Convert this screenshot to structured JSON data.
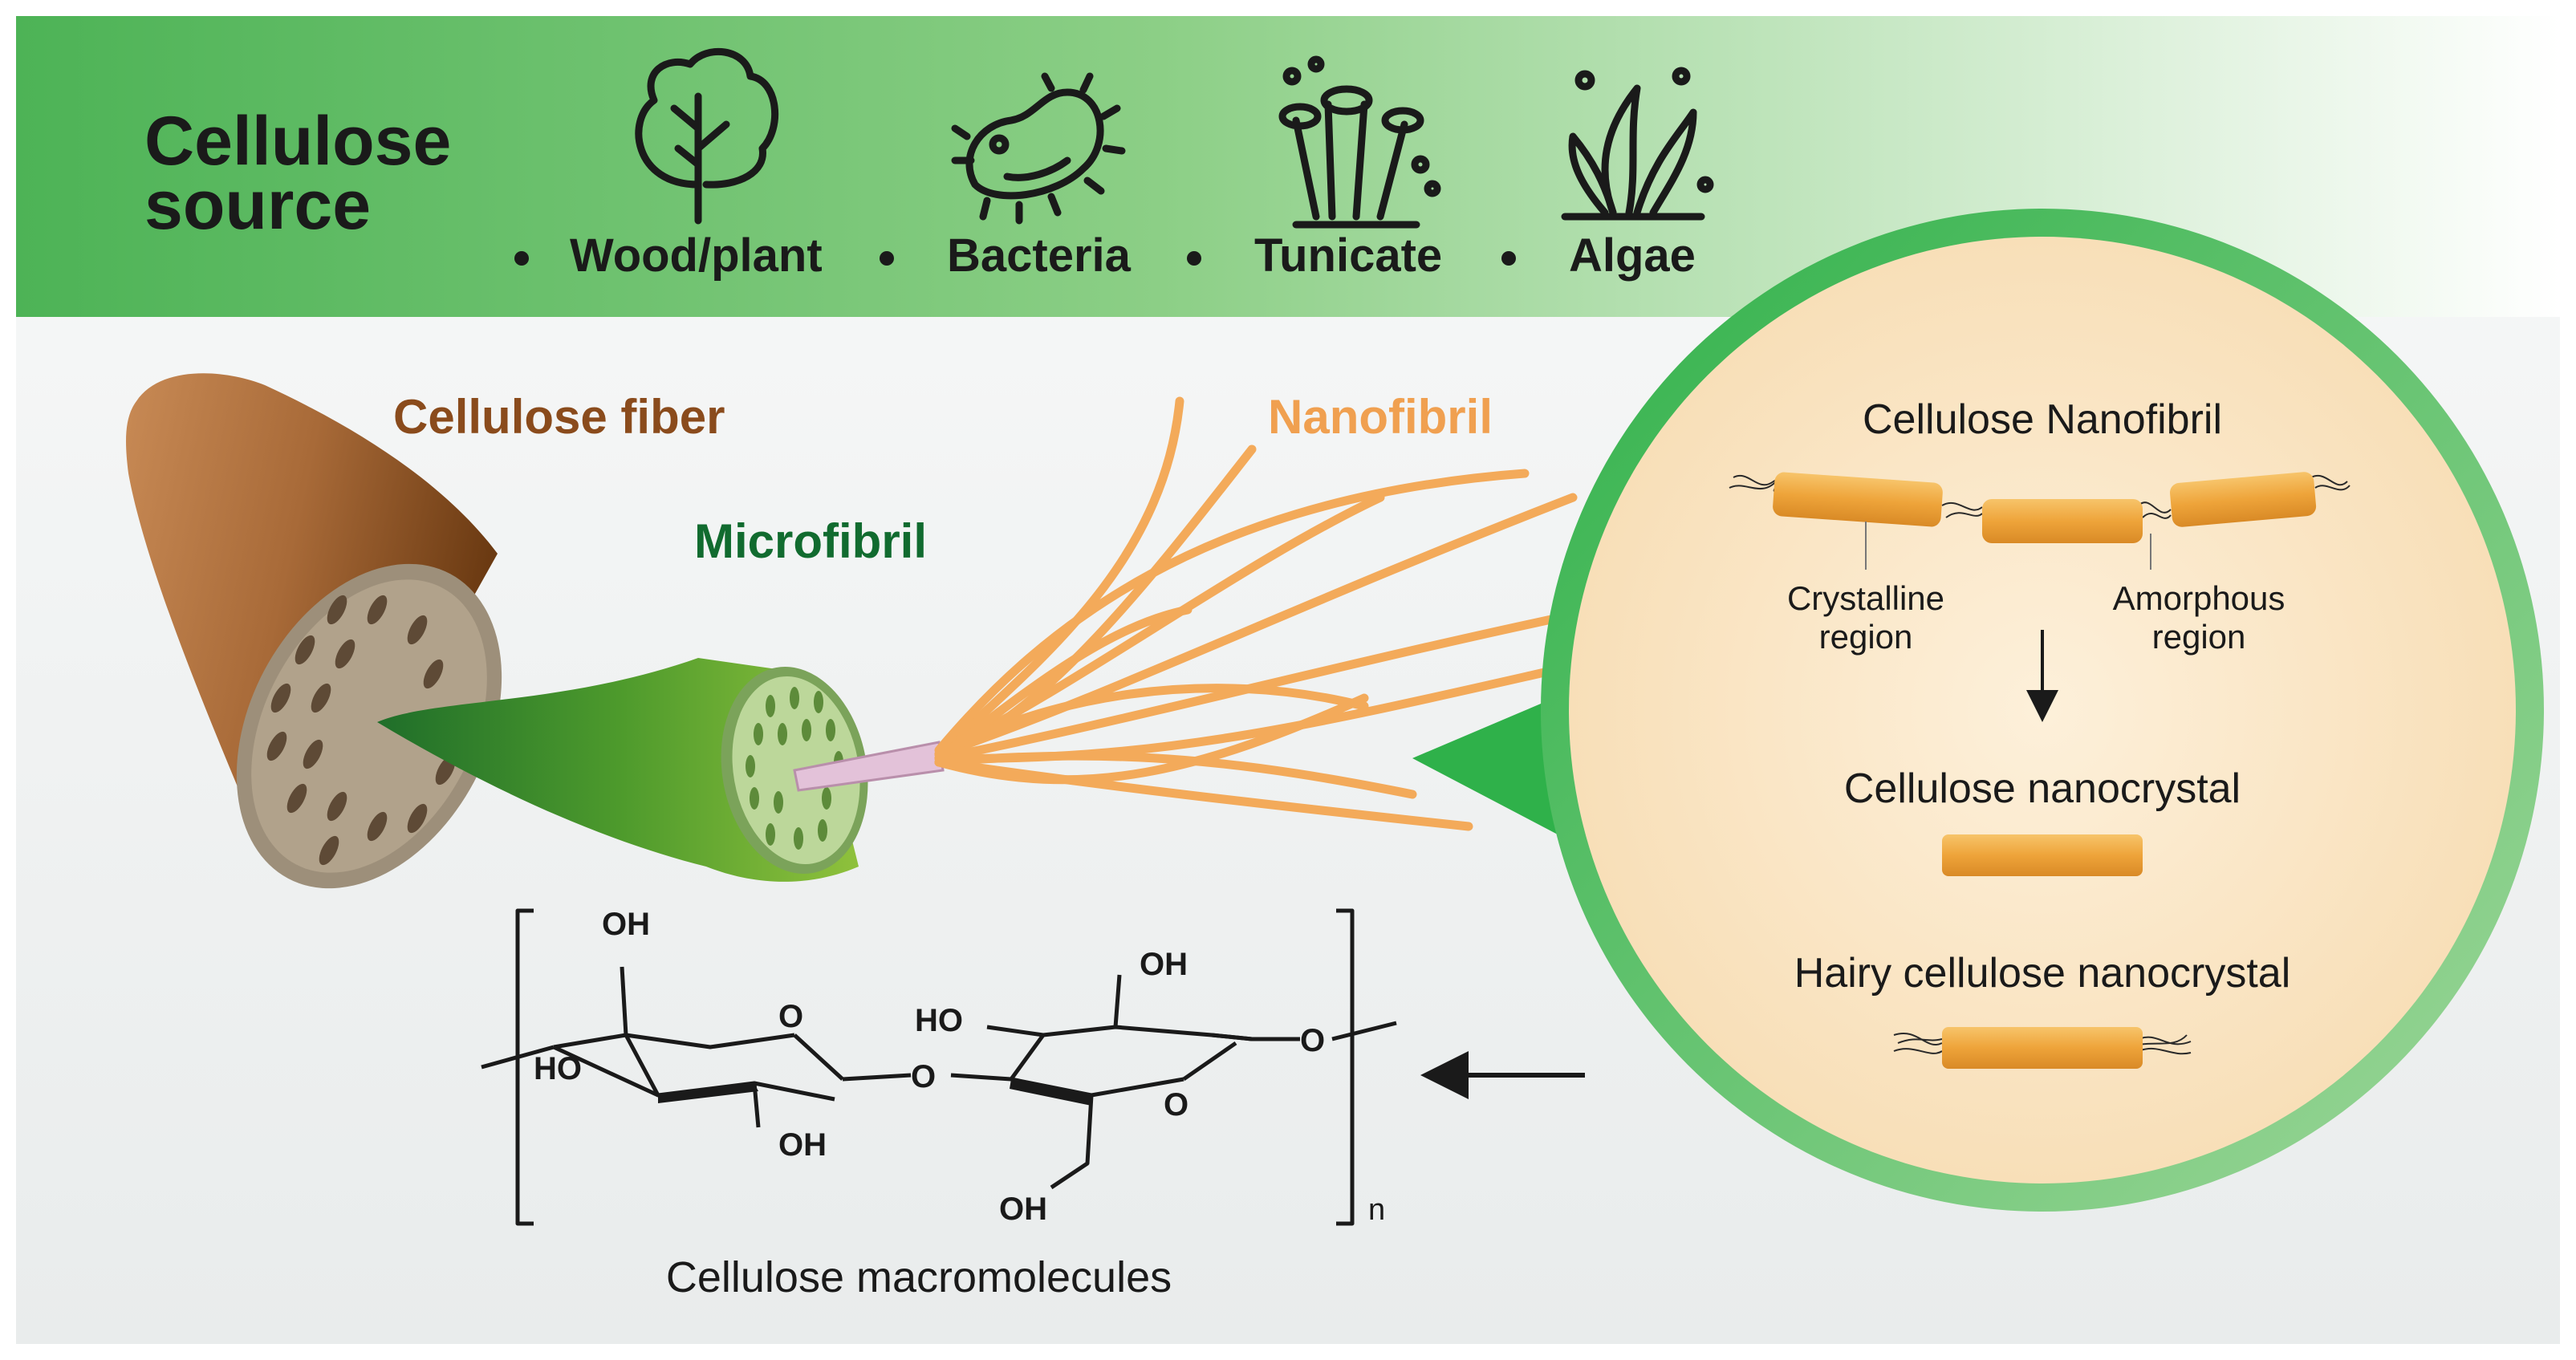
{
  "header": {
    "title_line1": "Cellulose",
    "title_line2": "source",
    "sources": [
      {
        "label": "Wood/plant",
        "icon": "tree-icon"
      },
      {
        "label": "Bacteria",
        "icon": "bacteria-icon"
      },
      {
        "label": "Tunicate",
        "icon": "tunicate-icon"
      },
      {
        "label": "Algae",
        "icon": "algae-icon"
      }
    ]
  },
  "labels": {
    "cellulose_fiber": "Cellulose fiber",
    "microfibril": "Microfibril",
    "nanofibril": "Nanofibril"
  },
  "inset": {
    "title": "Cellulose Nanofibril",
    "crystalline": [
      "Crystalline",
      "region"
    ],
    "amorphous": [
      "Amorphous",
      "region"
    ],
    "cnc": "Cellulose nanocrystal",
    "hairy_cnc": "Hairy cellulose nanocrystal"
  },
  "molecule": {
    "oh": "OH",
    "ho": "HO",
    "o": "O",
    "n": "n",
    "caption": "Cellulose macromolecules"
  },
  "colors": {
    "header_green": "#5cb963",
    "fiber_brown": "#8a4b1c",
    "microfibril_green": "#116b2f",
    "nanofibril_orange": "#f0a050",
    "inset_fill": "#fbe6c8",
    "inset_ring": "#4cbc5c"
  }
}
